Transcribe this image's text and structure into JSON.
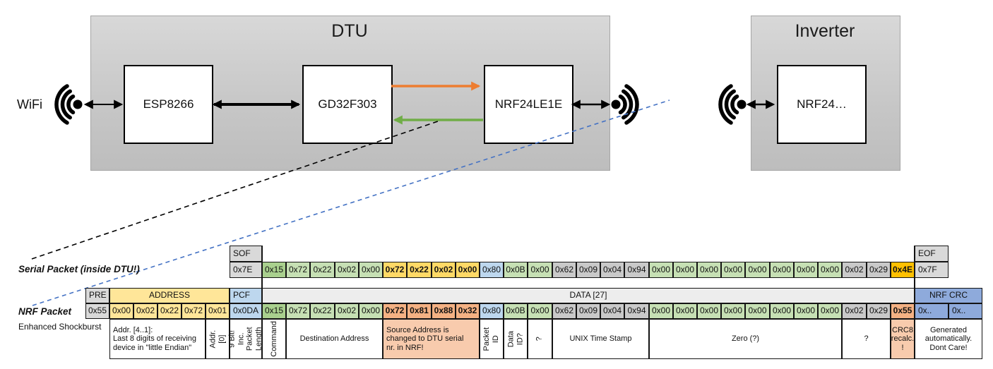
{
  "diagram": {
    "wifi_label": "WiFi",
    "dtu": {
      "title": "DTU",
      "chips": [
        "ESP8266",
        "GD32F303",
        "NRF24LE1E"
      ]
    },
    "inverter": {
      "title": "Inverter",
      "chips": [
        "NRF24…"
      ]
    }
  },
  "colors": {
    "orange_arrow": "#ED7D31",
    "green_arrow": "#70AD47",
    "blue_dash": "#4472C4",
    "black": "#000000",
    "dark_green_cell": "#A9D08E",
    "light_green_cell": "#C6E0B4",
    "gold_cell": "#FFD966",
    "amber_cell": "#FFC000",
    "salmon_cell": "#F4B183",
    "light_blue_cell": "#BDD7EE",
    "gray_cell": "#C9C9C9",
    "header_gray": "#D9D9D9",
    "data_band_gray": "#EDEDED",
    "crc_blue": "#8EAADB",
    "address_yellow": "#FFE699",
    "annotation_salmon": "#F8CBAD"
  },
  "serial_packet": {
    "label": "Serial Packet (inside DTU!)",
    "sof": {
      "header": "SOF",
      "value": "0x7E"
    },
    "eof": {
      "header": "EOF",
      "value": "0x7F"
    },
    "bytes": [
      {
        "v": "0x15",
        "c": "g1"
      },
      {
        "v": "0x72",
        "c": "g"
      },
      {
        "v": "0x22",
        "c": "g"
      },
      {
        "v": "0x02",
        "c": "g"
      },
      {
        "v": "0x00",
        "c": "g"
      },
      {
        "v": "0x72",
        "c": "y",
        "b": 1
      },
      {
        "v": "0x22",
        "c": "y",
        "b": 1
      },
      {
        "v": "0x02",
        "c": "y",
        "b": 1
      },
      {
        "v": "0x00",
        "c": "y",
        "b": 1
      },
      {
        "v": "0x80",
        "c": "b"
      },
      {
        "v": "0x0B",
        "c": "g"
      },
      {
        "v": "0x00",
        "c": "g"
      },
      {
        "v": "0x62",
        "c": "gr"
      },
      {
        "v": "0x09",
        "c": "gr"
      },
      {
        "v": "0x04",
        "c": "gr"
      },
      {
        "v": "0x94",
        "c": "gr"
      },
      {
        "v": "0x00",
        "c": "g"
      },
      {
        "v": "0x00",
        "c": "g"
      },
      {
        "v": "0x00",
        "c": "g"
      },
      {
        "v": "0x00",
        "c": "g"
      },
      {
        "v": "0x00",
        "c": "g"
      },
      {
        "v": "0x00",
        "c": "g"
      },
      {
        "v": "0x00",
        "c": "g"
      },
      {
        "v": "0x00",
        "c": "g"
      },
      {
        "v": "0x02",
        "c": "gr"
      },
      {
        "v": "0x29",
        "c": "gr"
      },
      {
        "v": "0x4E",
        "c": "a",
        "b": 1
      }
    ]
  },
  "nrf_packet": {
    "label": "NRF Packet",
    "sublabel": "Enhanced Shockburst",
    "pre": {
      "header": "PRE",
      "value": "0x55"
    },
    "address": {
      "header": "ADDRESS",
      "values": [
        "0x00",
        "0x02",
        "0x22",
        "0x72",
        "0x01"
      ]
    },
    "pcf": {
      "header": "PCF",
      "value": "0x0DA"
    },
    "data_header": "DATA [27]",
    "crc": {
      "header": "NRF CRC",
      "values": [
        "0x..",
        "0x.."
      ]
    },
    "bytes": [
      {
        "v": "0x15",
        "c": "g1"
      },
      {
        "v": "0x72",
        "c": "g"
      },
      {
        "v": "0x22",
        "c": "g"
      },
      {
        "v": "0x02",
        "c": "g"
      },
      {
        "v": "0x00",
        "c": "g"
      },
      {
        "v": "0x72",
        "c": "o",
        "b": 1
      },
      {
        "v": "0x81",
        "c": "o",
        "b": 1
      },
      {
        "v": "0x88",
        "c": "o",
        "b": 1
      },
      {
        "v": "0x32",
        "c": "o",
        "b": 1
      },
      {
        "v": "0x80",
        "c": "b"
      },
      {
        "v": "0x0B",
        "c": "g"
      },
      {
        "v": "0x00",
        "c": "g"
      },
      {
        "v": "0x62",
        "c": "gr"
      },
      {
        "v": "0x09",
        "c": "gr"
      },
      {
        "v": "0x04",
        "c": "gr"
      },
      {
        "v": "0x94",
        "c": "gr"
      },
      {
        "v": "0x00",
        "c": "g"
      },
      {
        "v": "0x00",
        "c": "g"
      },
      {
        "v": "0x00",
        "c": "g"
      },
      {
        "v": "0x00",
        "c": "g"
      },
      {
        "v": "0x00",
        "c": "g"
      },
      {
        "v": "0x00",
        "c": "g"
      },
      {
        "v": "0x00",
        "c": "g"
      },
      {
        "v": "0x00",
        "c": "g"
      },
      {
        "v": "0x02",
        "c": "gr"
      },
      {
        "v": "0x29",
        "c": "gr"
      },
      {
        "v": "0x55",
        "c": "o",
        "b": 1
      }
    ]
  },
  "annotations": [
    {
      "id": "addr-main",
      "text": "Addr. [4..1]:\nLast 8 digits of receiving\ndevice in \"little Endian\"",
      "style": "left"
    },
    {
      "id": "addr0",
      "text": "Addr.[0]",
      "style": "vert"
    },
    {
      "id": "pcf-note",
      "text": "9 Bit!\nInc. Packet\nLength",
      "style": "vert"
    },
    {
      "id": "command",
      "text": "Command",
      "style": "vert"
    },
    {
      "id": "dest",
      "text": "Destination Address",
      "style": "ctr"
    },
    {
      "id": "src",
      "text": "Source Address is\nchanged to DTU serial\nnr. in NRF!",
      "style": "left salmon"
    },
    {
      "id": "packet-id",
      "text": "Packet ID",
      "style": "vert"
    },
    {
      "id": "data-id",
      "text": "Data ID?",
      "style": "vert"
    },
    {
      "id": "q1",
      "text": "?",
      "style": "vert"
    },
    {
      "id": "unix",
      "text": "UNIX Time Stamp",
      "style": "ctr"
    },
    {
      "id": "zero",
      "text": "Zero (?)",
      "style": "ctr"
    },
    {
      "id": "q2",
      "text": "?",
      "style": "ctr"
    },
    {
      "id": "crc8",
      "text": "CRC8\nrecalc.\n!",
      "style": "ctr salmon"
    },
    {
      "id": "gen",
      "text": "Generated\nautomatically.\nDont Care!",
      "style": "ctr"
    }
  ]
}
